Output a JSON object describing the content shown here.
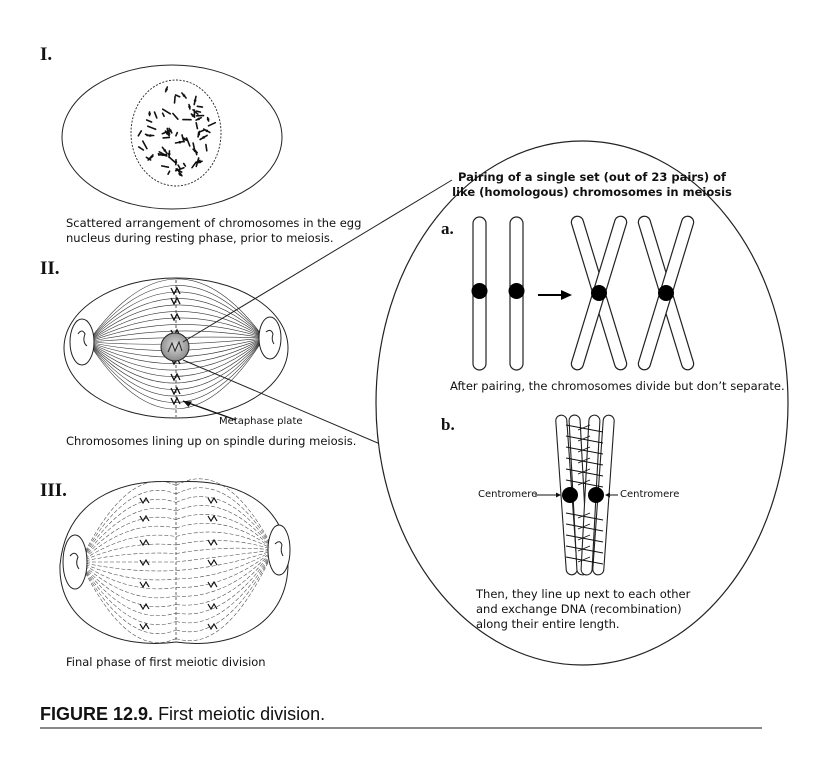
{
  "panels": {
    "one": {
      "label": "I.",
      "caption_l1": "Scattered arrangement of chromosomes in the egg",
      "caption_l2": "nucleus during resting phase, prior to meiosis."
    },
    "two": {
      "label": "II.",
      "metaphase_label": "Metaphase plate",
      "caption": "Chromosomes lining up on spindle during meiosis."
    },
    "three": {
      "label": "III.",
      "caption": "Final phase of first meiotic division"
    }
  },
  "detail": {
    "title_l1": "Pairing of a single set (out of 23 pairs) of",
    "title_l2": "like (homologous) chromosomes in meiosis",
    "a": {
      "label": "a.",
      "caption": "After pairing, the chromosomes divide but don’t separate."
    },
    "b": {
      "label": "b.",
      "centromere_left": "Centromere",
      "centromere_right": "Centromere",
      "caption_l1": "Then, they line up next to each other",
      "caption_l2": "and exchange DNA (recombination)",
      "caption_l3": "along their entire length."
    }
  },
  "figure_caption": {
    "number": "FIGURE 12.9.",
    "text": "First meiotic division."
  }
}
